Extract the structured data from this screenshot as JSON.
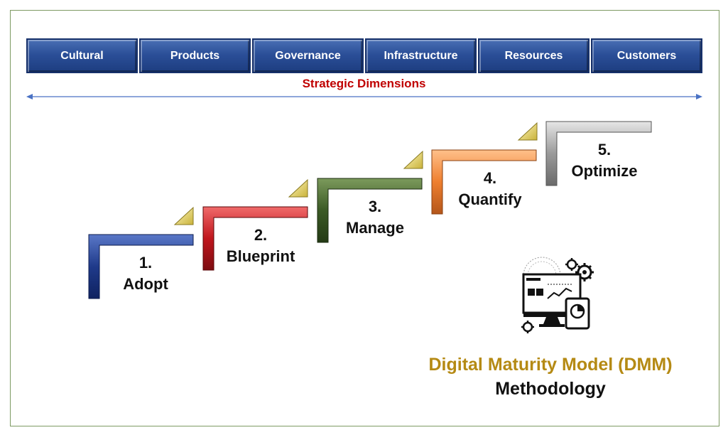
{
  "dimensions": {
    "items": [
      "Cultural",
      "Products",
      "Governance",
      "Infrastructure",
      "Resources",
      "Customers"
    ],
    "label": "Strategic Dimensions"
  },
  "steps": [
    {
      "number": "1.",
      "name": "Adopt",
      "color": "#1f3a8a"
    },
    {
      "number": "2.",
      "name": "Blueprint",
      "color": "#c0161d"
    },
    {
      "number": "3.",
      "name": "Manage",
      "color": "#3b5a25"
    },
    {
      "number": "4.",
      "name": "Quantify",
      "color": "#ee7f2f"
    },
    {
      "number": "5.",
      "name": "Optimize",
      "color": "#9a9a9a"
    }
  ],
  "title": {
    "main": "Digital Maturity Model (DMM)",
    "sub": "Methodology",
    "main_color": "#b58a14"
  },
  "colors": {
    "dimension_fill": "#2b4f98",
    "dimension_label": "#c00000",
    "arrow": "#4a72c4",
    "triangle": "#e8dc6a"
  },
  "icons": [
    "monitor-analytics-icon",
    "gear-icon",
    "tablet-icon"
  ]
}
